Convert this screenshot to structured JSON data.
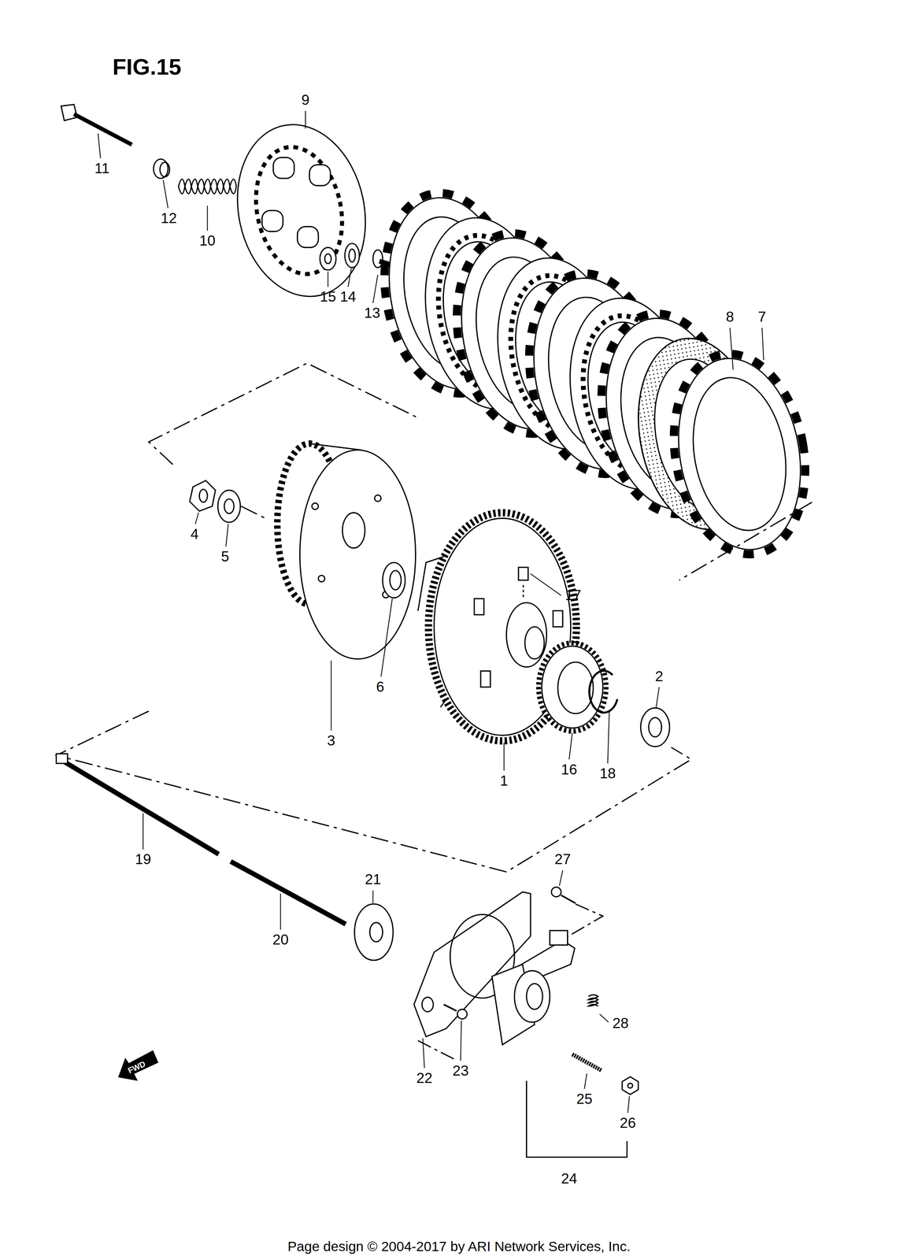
{
  "diagram": {
    "title": "FIG.15",
    "caption": "Page design © 2004-2017 by ARI Network Services, Inc.",
    "labels": [
      "9",
      "11",
      "12",
      "10",
      "15",
      "14",
      "13",
      "8",
      "7",
      "4",
      "5",
      "17",
      "6",
      "3",
      "2",
      "16",
      "18",
      "1",
      "19",
      "20",
      "21",
      "27",
      "28",
      "22",
      "23",
      "25",
      "26",
      "24",
      "FWD"
    ]
  }
}
